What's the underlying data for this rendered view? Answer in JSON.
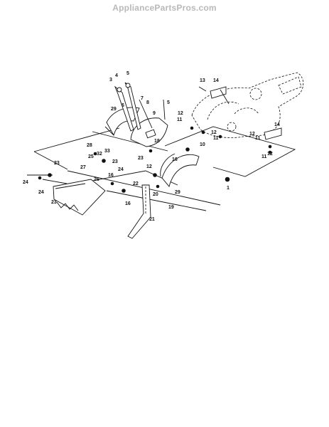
{
  "header": {
    "site_name": "AppliancePartsPros.com"
  },
  "diagram": {
    "callouts": [
      "1",
      "3",
      "4",
      "5",
      "5",
      "6",
      "7",
      "8",
      "9",
      "10",
      "11",
      "11",
      "11",
      "11",
      "12",
      "12",
      "12",
      "12",
      "12",
      "13",
      "14",
      "14",
      "16",
      "16",
      "16",
      "18",
      "19",
      "20",
      "21",
      "22",
      "23",
      "23",
      "23",
      "23",
      "24",
      "24",
      "24",
      "25",
      "26",
      "27",
      "28",
      "29",
      "29",
      "32",
      "33"
    ]
  }
}
